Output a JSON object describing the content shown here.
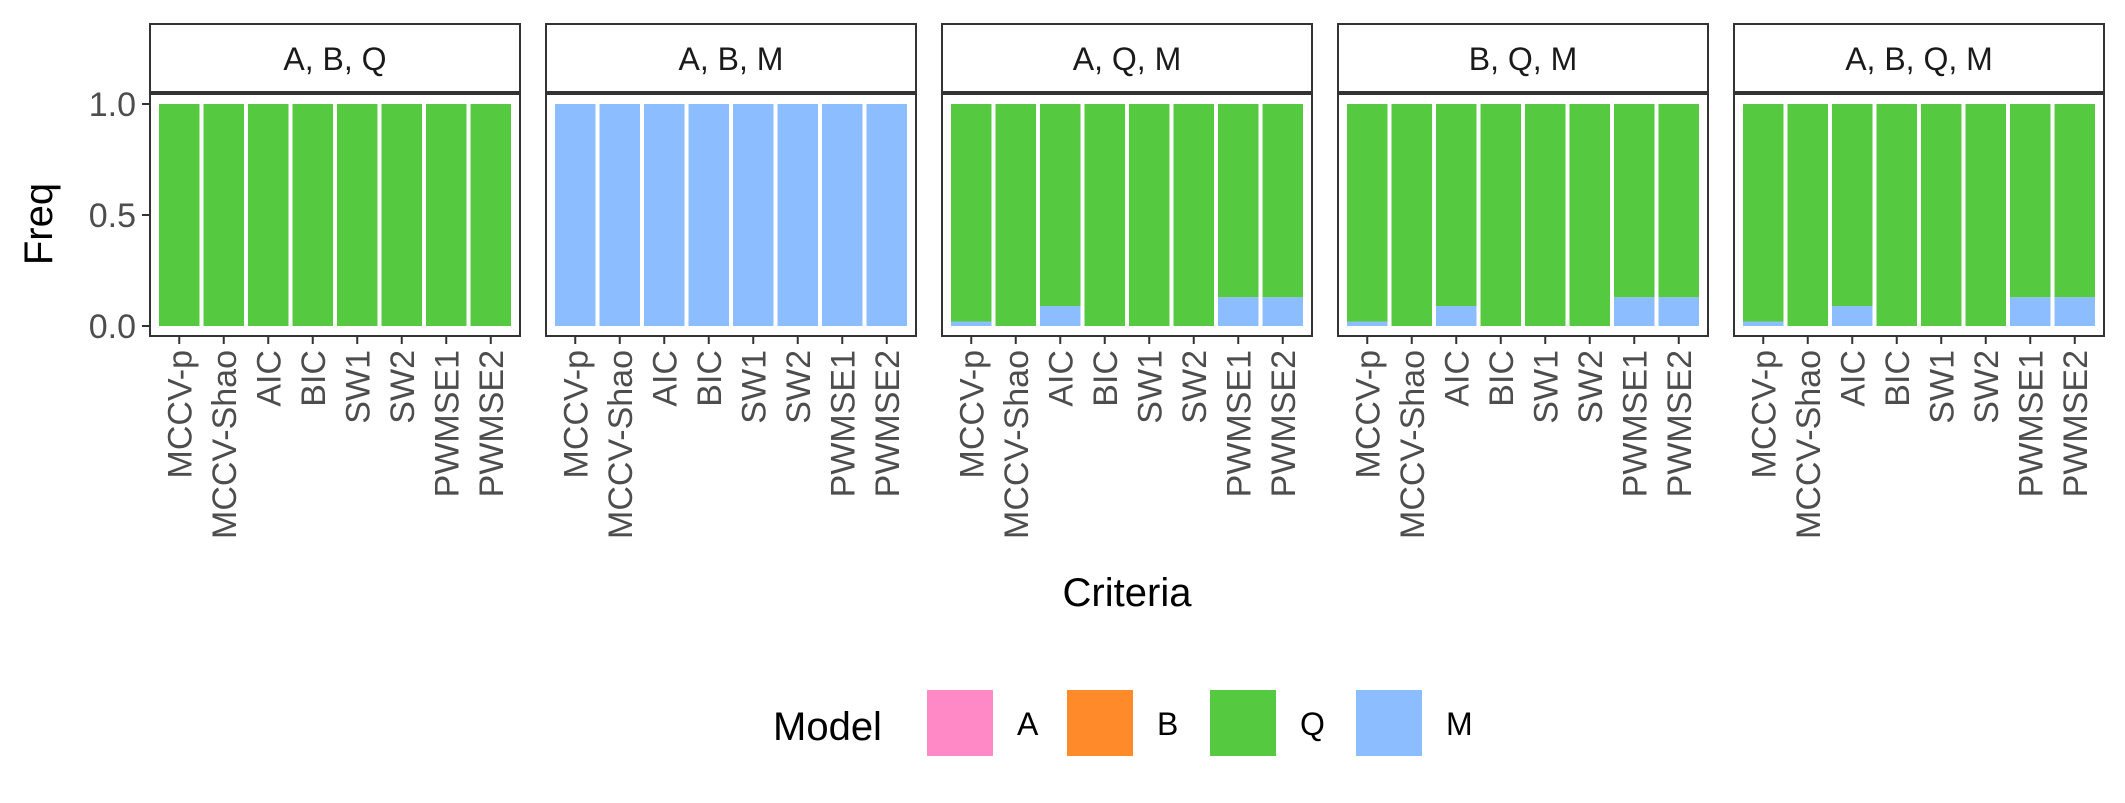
{
  "chart_data": {
    "type": "bar",
    "stacked": true,
    "xlabel": "Criteria",
    "ylabel": "Freq",
    "ylim": [
      0,
      1
    ],
    "y_ticks": [
      "0.0",
      "0.5",
      "1.0"
    ],
    "categories": [
      "MCCV-p",
      "MCCV-Shao",
      "AIC",
      "BIC",
      "SW1",
      "SW2",
      "PWMSE1",
      "PWMSE2"
    ],
    "legend": {
      "title": "Model",
      "position": "bottom",
      "entries": [
        {
          "name": "A",
          "color": "#FF88C6"
        },
        {
          "name": "B",
          "color": "#FF8A2A"
        },
        {
          "name": "Q",
          "color": "#55C940"
        },
        {
          "name": "M",
          "color": "#8CBEFF"
        }
      ]
    },
    "facets": [
      {
        "title": "A, B, Q",
        "series": [
          {
            "name": "A",
            "values": [
              0,
              0,
              0,
              0,
              0,
              0,
              0,
              0
            ]
          },
          {
            "name": "B",
            "values": [
              0,
              0,
              0,
              0,
              0,
              0,
              0,
              0
            ]
          },
          {
            "name": "Q",
            "values": [
              1,
              1,
              1,
              1,
              1,
              1,
              1,
              1
            ]
          },
          {
            "name": "M",
            "values": [
              0,
              0,
              0,
              0,
              0,
              0,
              0,
              0
            ]
          }
        ]
      },
      {
        "title": "A, B, M",
        "series": [
          {
            "name": "A",
            "values": [
              0,
              0,
              0,
              0,
              0,
              0,
              0,
              0
            ]
          },
          {
            "name": "B",
            "values": [
              0,
              0,
              0,
              0,
              0,
              0,
              0,
              0
            ]
          },
          {
            "name": "Q",
            "values": [
              0,
              0,
              0,
              0,
              0,
              0,
              0,
              0
            ]
          },
          {
            "name": "M",
            "values": [
              1,
              1,
              1,
              1,
              1,
              1,
              1,
              1
            ]
          }
        ]
      },
      {
        "title": "A, Q, M",
        "series": [
          {
            "name": "A",
            "values": [
              0,
              0,
              0,
              0,
              0,
              0,
              0,
              0
            ]
          },
          {
            "name": "B",
            "values": [
              0,
              0,
              0,
              0,
              0,
              0,
              0,
              0
            ]
          },
          {
            "name": "Q",
            "values": [
              0.98,
              1,
              0.91,
              1,
              1,
              1,
              0.87,
              0.87
            ]
          },
          {
            "name": "M",
            "values": [
              0.02,
              0,
              0.09,
              0,
              0,
              0,
              0.13,
              0.13
            ]
          }
        ]
      },
      {
        "title": "B, Q, M",
        "series": [
          {
            "name": "A",
            "values": [
              0,
              0,
              0,
              0,
              0,
              0,
              0,
              0
            ]
          },
          {
            "name": "B",
            "values": [
              0,
              0,
              0,
              0,
              0,
              0,
              0,
              0
            ]
          },
          {
            "name": "Q",
            "values": [
              0.98,
              1,
              0.91,
              1,
              1,
              1,
              0.87,
              0.87
            ]
          },
          {
            "name": "M",
            "values": [
              0.02,
              0,
              0.09,
              0,
              0,
              0,
              0.13,
              0.13
            ]
          }
        ]
      },
      {
        "title": "A, B, Q, M",
        "series": [
          {
            "name": "A",
            "values": [
              0,
              0,
              0,
              0,
              0,
              0,
              0,
              0
            ]
          },
          {
            "name": "B",
            "values": [
              0,
              0,
              0,
              0,
              0,
              0,
              0,
              0
            ]
          },
          {
            "name": "Q",
            "values": [
              0.98,
              1,
              0.91,
              1,
              1,
              1,
              0.87,
              0.87
            ]
          },
          {
            "name": "M",
            "values": [
              0.02,
              0,
              0.09,
              0,
              0,
              0,
              0.13,
              0.13
            ]
          }
        ]
      }
    ]
  }
}
